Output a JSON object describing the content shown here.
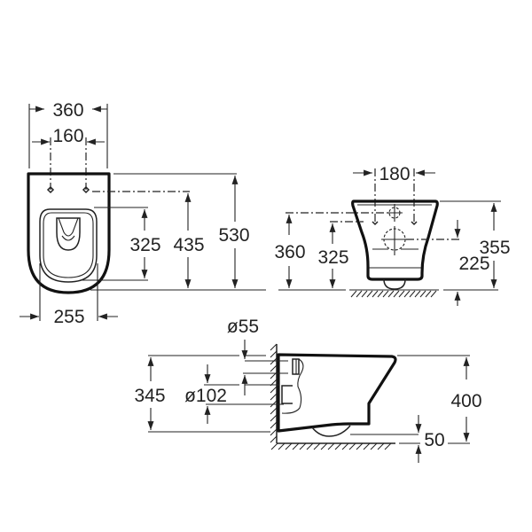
{
  "diagram": {
    "subject": "Wall-hung toilet dimension drawing",
    "units": "mm",
    "colors": {
      "line": "#111111",
      "background": "#ffffff"
    },
    "top_view": {
      "overall_width": "360",
      "fixing_centres": "160",
      "bottom_width": "255",
      "height_to_outlet": "325",
      "height_to_fixings": "435",
      "overall_length": "530"
    },
    "front_view": {
      "fixing_centres": "180",
      "fixing_height": "360",
      "inlet_height": "325",
      "outlet_centre_height": "225",
      "overall_height": "355"
    },
    "side_view": {
      "inlet_diameter": "ø55",
      "outlet_diameter": "ø102",
      "outlet_height": "345",
      "rim_height": "400",
      "floor_clearance": "50"
    }
  }
}
